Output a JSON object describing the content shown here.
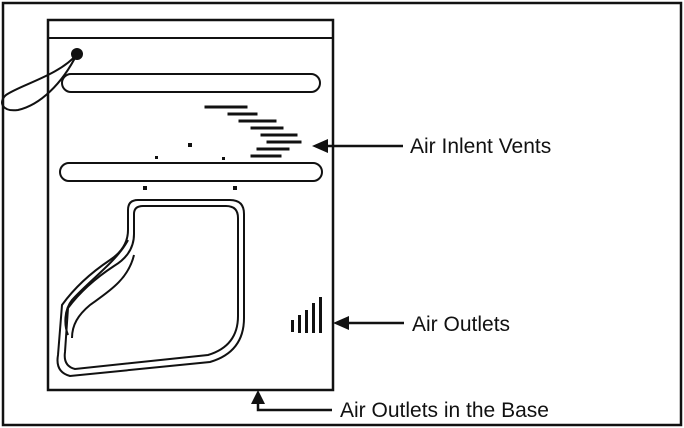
{
  "diagram": {
    "labels": {
      "air_inlet_vents": "Air Inlent Vents",
      "air_outlets": "Air Outlets",
      "air_outlets_base": "Air Outlets in the Base"
    },
    "colors": {
      "stroke": "#111111",
      "background": "#ffffff"
    }
  }
}
